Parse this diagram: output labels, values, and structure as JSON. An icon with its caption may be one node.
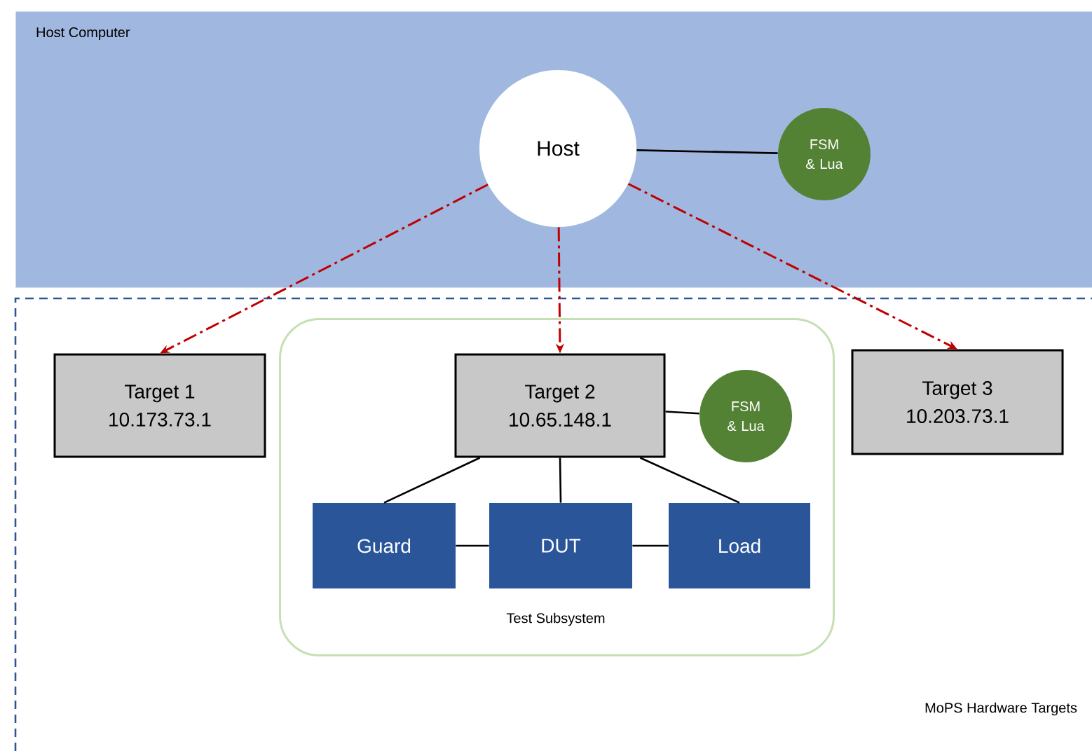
{
  "diagram": {
    "nodes": [
      {
        "text": [
          "Host Computer"
        ]
      },
      {
        "text": [
          "Host"
        ],
        "in": 0
      },
      {
        "text": [
          "FSM & Lua"
        ],
        "in": 0
      },
      {
        "text": [
          "MoPS Hardware Targets"
        ]
      },
      {
        "text": [
          "Target 1",
          "10.173.73.1"
        ],
        "in": 3
      },
      {
        "text": [
          "Test Subsystem"
        ],
        "in": 3
      },
      {
        "text": [
          "Target 2",
          "10.65.148.1"
        ],
        "in": 5
      },
      {
        "text": [
          "FSM & Lua"
        ],
        "in": 5
      },
      {
        "text": [
          "Guard"
        ],
        "in": 5
      },
      {
        "text": [
          "DUT"
        ],
        "in": 5
      },
      {
        "text": [
          "Load"
        ],
        "in": 5
      },
      {
        "text": [
          "Target 3",
          "10.203.73.1"
        ],
        "in": 3
      }
    ],
    "edges": [
      {
        "from": 1,
        "to": 2,
        "arrow": "none"
      },
      {
        "from": 1,
        "to": 4,
        "arrow": "to",
        "style": "dashed",
        "color": "#c00000"
      },
      {
        "from": 1,
        "to": 6,
        "arrow": "to",
        "style": "dashed",
        "color": "#c00000"
      },
      {
        "from": 1,
        "to": 11,
        "arrow": "to",
        "style": "dashed",
        "color": "#c00000"
      },
      {
        "from": 6,
        "to": 7,
        "arrow": "none"
      },
      {
        "from": 6,
        "to": 8,
        "arrow": "none"
      },
      {
        "from": 6,
        "to": 9,
        "arrow": "none"
      },
      {
        "from": 6,
        "to": 10,
        "arrow": "none"
      },
      {
        "from": 8,
        "to": 9,
        "arrow": "none"
      },
      {
        "from": 9,
        "to": 10,
        "arrow": "none"
      }
    ]
  }
}
